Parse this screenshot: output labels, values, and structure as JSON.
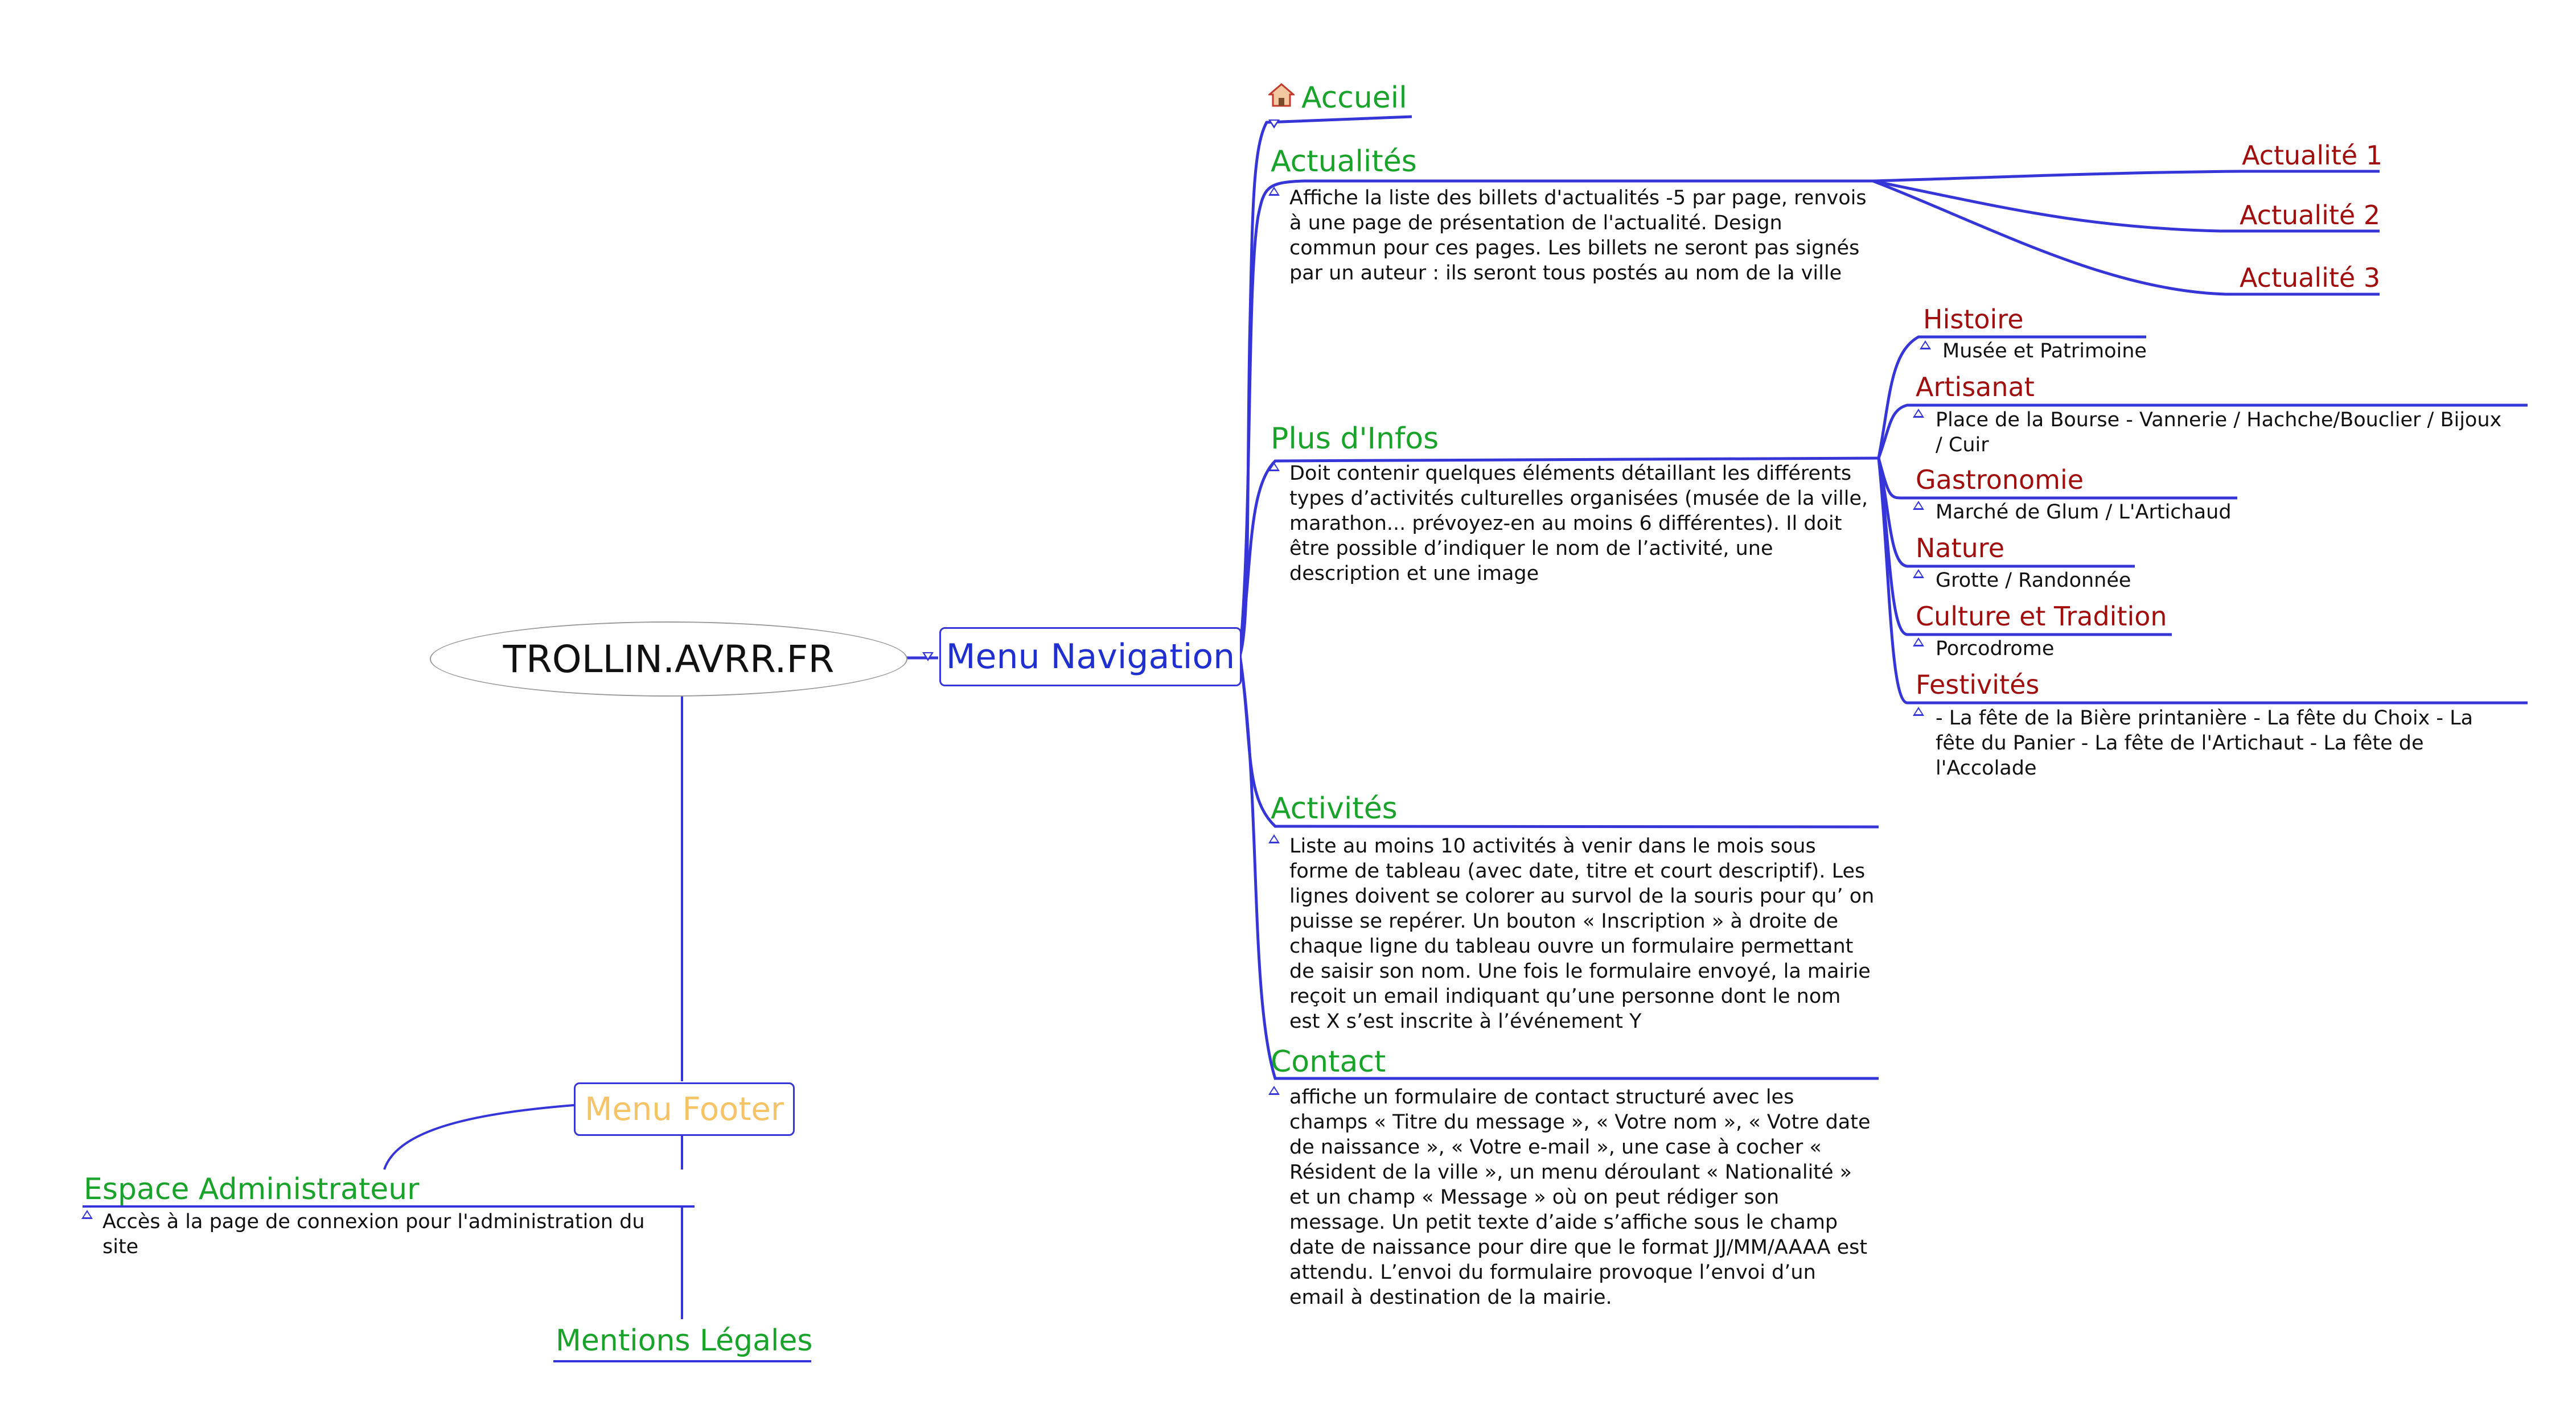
{
  "root": {
    "label": "TROLLIN.AVRR.FR"
  },
  "menu_navigation": {
    "label": "Menu Navigation",
    "accueil": {
      "label": "Accueil"
    },
    "actualites": {
      "label": "Actualités",
      "note": "Affiche la liste des billets d'actualités -5 par page, renvois à une page de présentation de l'actualité. Design commun pour ces pages. Les billets ne seront pas signés par un auteur : ils seront tous postés au nom de la ville",
      "children": [
        "Actualité 1",
        "Actualité 2",
        "Actualité 3"
      ]
    },
    "plus_infos": {
      "label": "Plus d'Infos",
      "note": "Doit contenir quelques éléments détaillant les différents types d’activités culturelles organisées (musée de la ville, marathon... prévoyez-en au moins 6 différentes). Il doit être possible d’indiquer le nom de l’activité, une description et une image",
      "children": [
        {
          "label": "Histoire",
          "note": "Musée et Patrimoine"
        },
        {
          "label": "Artisanat",
          "note": "Place de la Bourse - Vannerie / Hachche/Bouclier / Bijoux / Cuir"
        },
        {
          "label": "Gastronomie",
          "note": "Marché de Glum / L'Artichaud"
        },
        {
          "label": "Nature",
          "note": "Grotte / Randonnée"
        },
        {
          "label": "Culture et Tradition",
          "note": "Porcodrome"
        },
        {
          "label": "Festivités",
          "note": "- La fête de la Bière printanière - La fête du Choix - La fête du Panier - La fête de l'Artichaut - La fête de l'Accolade"
        }
      ]
    },
    "activites": {
      "label": "Activités",
      "note": "Liste au moins 10 activités à venir dans le mois sous forme de tableau (avec date, titre et court descriptif). Les lignes doivent se colorer au survol de la souris pour qu’ on puisse se repérer. Un bouton « Inscription » à droite de chaque ligne du tableau ouvre un formulaire permettant de saisir son nom. Une fois le formulaire envoyé, la mairie reçoit un email indiquant qu’une personne dont le nom est X s’est inscrite à l’événement Y"
    },
    "contact": {
      "label": "Contact",
      "note": "affiche un formulaire de contact structuré avec les champs « Titre du message », « Votre nom », « Votre date de naissance », « Votre e-mail », une case à cocher « Résident de la ville », un menu déroulant « Nationalité » et un champ « Message » où on peut rédiger son message. Un petit texte d’aide s’affiche sous le champ date de naissance pour dire que le format JJ/MM/AAAA est attendu. L’envoi du formulaire provoque l’envoi d’un email à destination de la mairie."
    }
  },
  "menu_footer": {
    "label": "Menu Footer",
    "espace_admin": {
      "label": "Espace Administrateur",
      "note": "Accès à la page de connexion pour l'administration du site"
    },
    "mentions": {
      "label": "Mentions Légales"
    }
  },
  "colors": {
    "link": "#3535d8",
    "branch": "#1aa32a",
    "leaf": "#a10e0e",
    "footer": "#f6c466",
    "root_border": "#9a9a9a"
  }
}
